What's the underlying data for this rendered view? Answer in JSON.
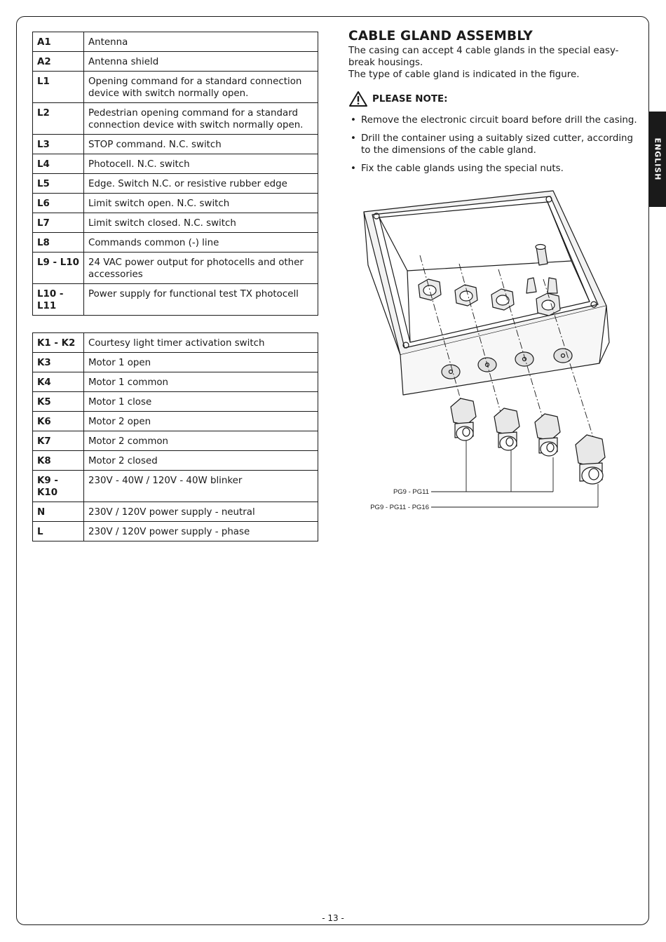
{
  "table1": [
    {
      "key": "A1",
      "value": "Antenna"
    },
    {
      "key": "A2",
      "value": "Antenna shield"
    },
    {
      "key": "L1",
      "value": "Opening command for a standard connection device with switch normally open."
    },
    {
      "key": "L2",
      "value": "Pedestrian opening command for a standard connection device with switch normally open."
    },
    {
      "key": "L3",
      "value": "STOP command. N.C. switch"
    },
    {
      "key": "L4",
      "value": "Photocell. N.C. switch"
    },
    {
      "key": "L5",
      "value": "Edge. Switch N.C. or resistive rubber edge"
    },
    {
      "key": "L6",
      "value": "Limit switch open. N.C. switch"
    },
    {
      "key": "L7",
      "value": "Limit switch closed. N.C. switch"
    },
    {
      "key": "L8",
      "value": "Commands common (-) line"
    },
    {
      "key": "L9 - L10",
      "value": "24 VAC power output for photocells and other accessories"
    },
    {
      "key": "L10 - L11",
      "value": "Power supply for functional test TX photocell"
    }
  ],
  "table2": [
    {
      "key": "K1 - K2",
      "value": "Courtesy light timer activation switch"
    },
    {
      "key": "K3",
      "value": "Motor 1 open"
    },
    {
      "key": "K4",
      "value": "Motor 1 common"
    },
    {
      "key": "K5",
      "value": "Motor 1 close"
    },
    {
      "key": "K6",
      "value": "Motor 2 open"
    },
    {
      "key": "K7",
      "value": "Motor 2 common"
    },
    {
      "key": "K8",
      "value": "Motor 2 closed"
    },
    {
      "key": "K9 - K10",
      "value": "230V - 40W / 120V - 40W blinker"
    },
    {
      "key": "N",
      "value": "230V / 120V power supply - neutral"
    },
    {
      "key": "L",
      "value": "230V / 120V power supply - phase"
    }
  ],
  "section": {
    "title": "CABLE GLAND ASSEMBLY",
    "intro1": "The casing can accept 4 cable glands in the special easy-break housings.",
    "intro2": "The type of cable gland is indicated in the figure.",
    "note_title": "PLEASE NOTE:",
    "warning_icon": "warning-triangle-icon",
    "notes": [
      "Remove the electronic circuit board before drill the casing.",
      "Drill the container using a suitably sized cutter, according to the dimensions of the cable gland.",
      "Fix the cable glands using the special nuts."
    ]
  },
  "figure": {
    "label_small": "PG9 - PG11",
    "label_large": "PG9 - PG11 - PG16"
  },
  "side_tab": "ENGLISH",
  "page_number": "- 13 -"
}
